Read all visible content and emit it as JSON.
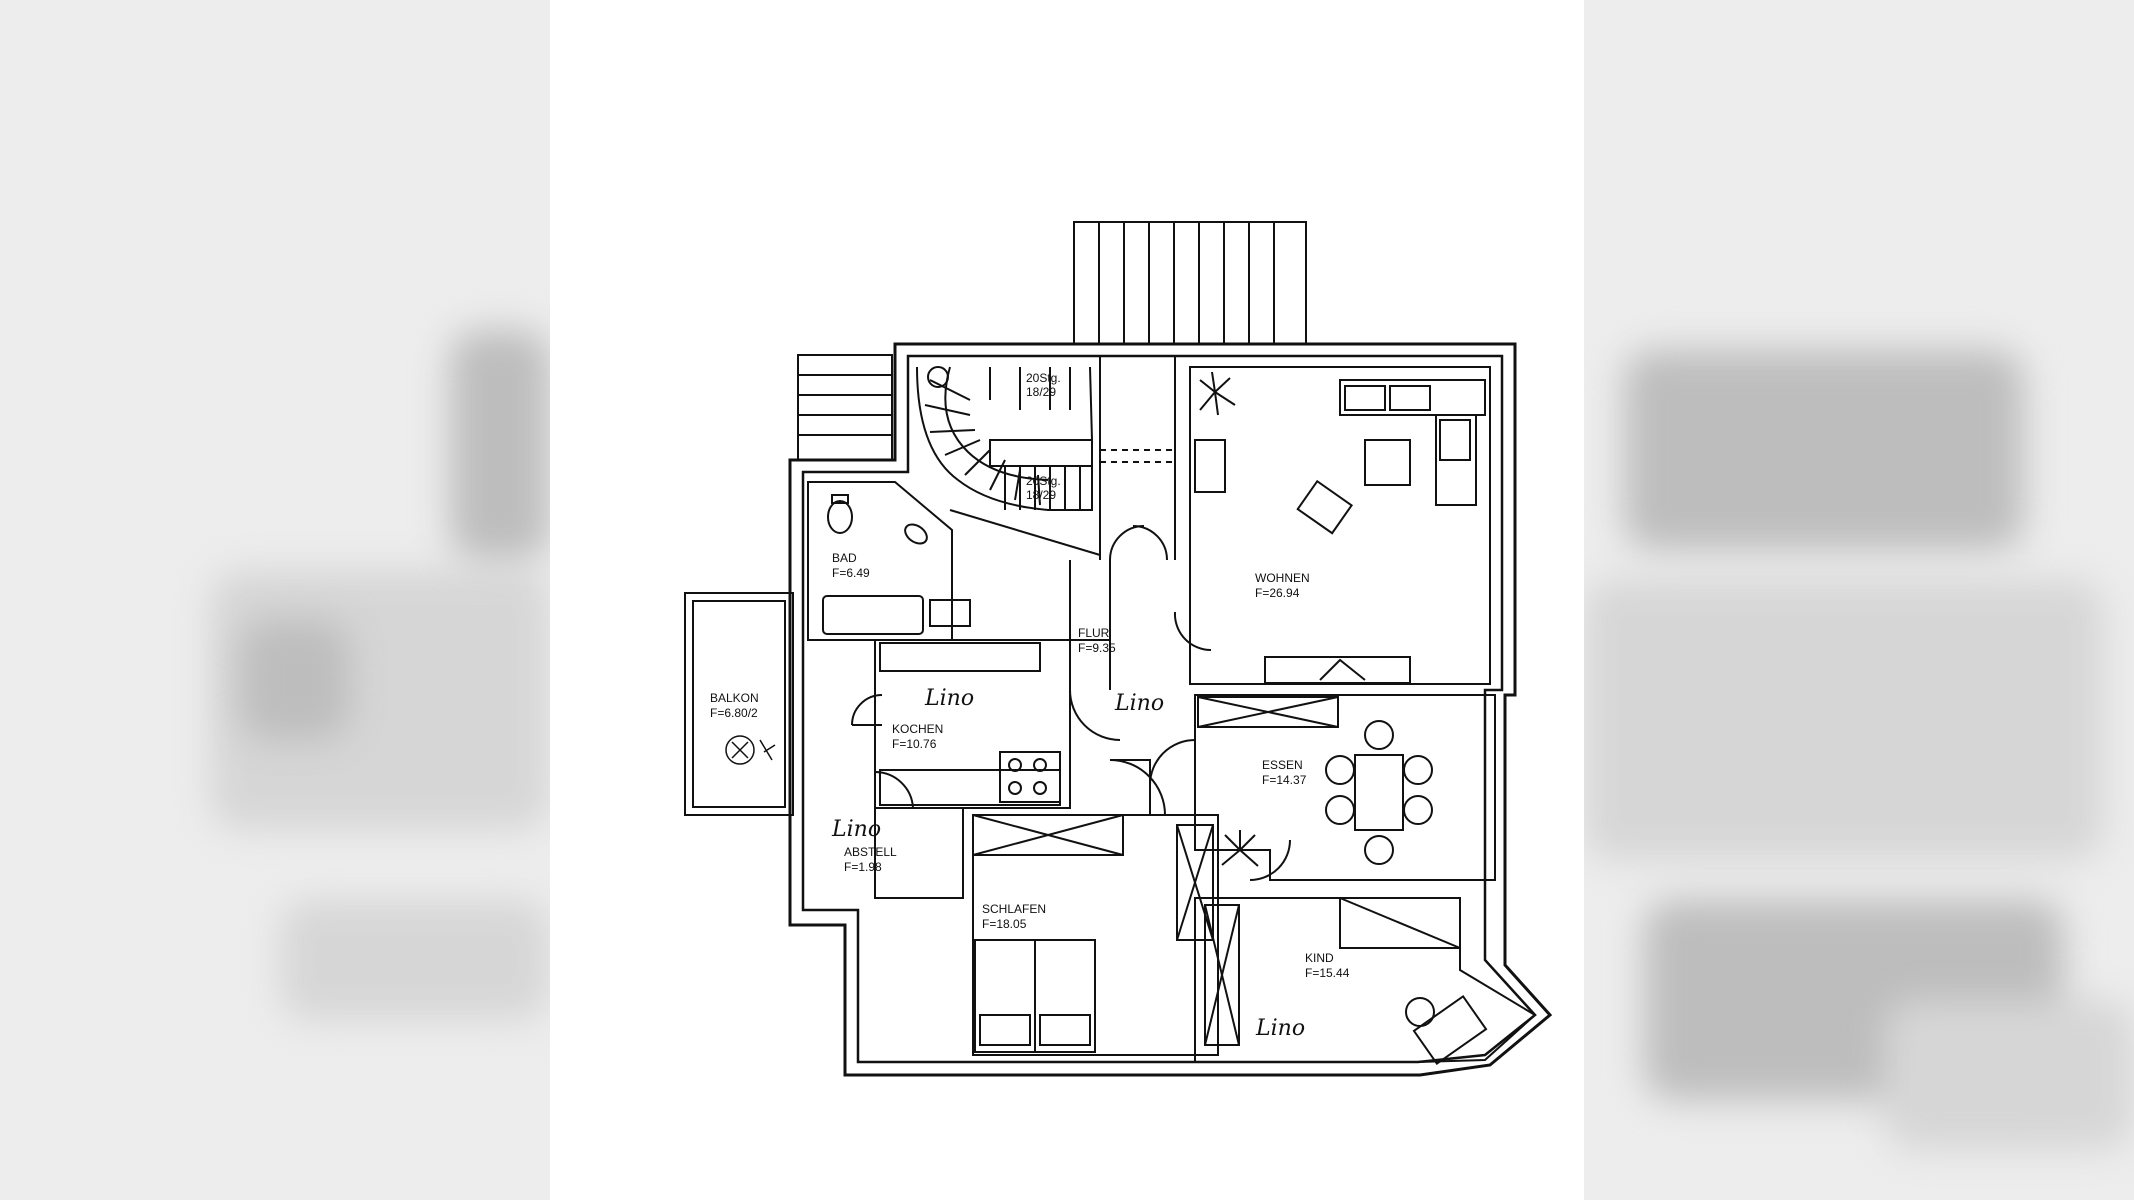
{
  "rooms": [
    {
      "key": "wohnen",
      "name": "WOHNEN",
      "area": "F=26.94"
    },
    {
      "key": "bad",
      "name": "BAD",
      "area": "F=6.49"
    },
    {
      "key": "flur",
      "name": "FLUR",
      "area": "F=9.35"
    },
    {
      "key": "balkon",
      "name": "BALKON",
      "area": "F=6.80/2"
    },
    {
      "key": "kochen",
      "name": "KOCHEN",
      "area": "F=10.76"
    },
    {
      "key": "essen",
      "name": "ESSEN",
      "area": "F=14.37"
    },
    {
      "key": "abstell",
      "name": "ABSTELL",
      "area": "F=1.98"
    },
    {
      "key": "schlafen",
      "name": "SCHLAFEN",
      "area": "F=18.05"
    },
    {
      "key": "kind",
      "name": "KIND",
      "area": "F=15.44"
    }
  ],
  "stairs": {
    "upper": {
      "steps": "20Stg.",
      "ratio": "18/29"
    },
    "lower": {
      "steps": "20Stg.",
      "ratio": "18/29"
    }
  },
  "handwritten": {
    "kochen_note": "Lino",
    "flur_note": "Lino",
    "abstell_note": "Lino",
    "kind_note": "Lino"
  }
}
